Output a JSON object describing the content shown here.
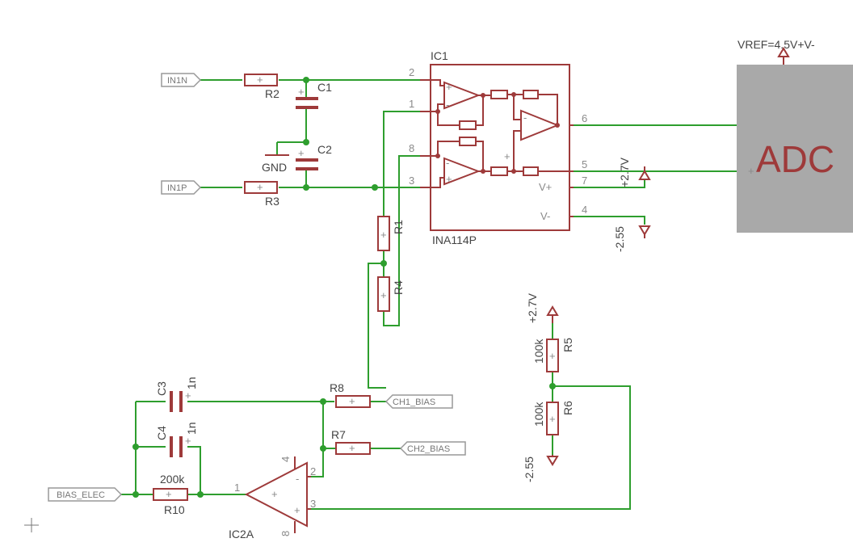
{
  "colors": {
    "wire": "#2e9e2e",
    "symbol": "#9e3a3a",
    "adc_fill": "#a9a9a9"
  },
  "ports": {
    "in1n": "IN1N",
    "in1p": "IN1P",
    "ch1_bias": "CH1_BIAS",
    "ch2_bias": "CH2_BIAS",
    "bias_elec": "BIAS_ELEC"
  },
  "ic1": {
    "name": "IC1",
    "part": "INA114P",
    "vplus": "V+",
    "vminus": "V-",
    "pins": {
      "p1": "1",
      "p2": "2",
      "p3": "3",
      "p4": "4",
      "p5": "5",
      "p6": "6",
      "p7": "7",
      "p8": "8"
    }
  },
  "ic2a": {
    "name": "IC2A",
    "pins": {
      "p1": "1",
      "p2": "2",
      "p3": "3",
      "p4": "4",
      "p8": "8"
    }
  },
  "parts": {
    "r1": "R1",
    "r2": "R2",
    "r3": "R3",
    "r4": "R4",
    "r5": "R5",
    "r6": "R6",
    "r7": "R7",
    "r8": "R8",
    "r10": "R10",
    "r10_value": "200k",
    "r5_value": "100k",
    "r6_value": "100k",
    "c1": "C1",
    "c2": "C2",
    "c3": "C3",
    "c4": "C4",
    "c3_value": "1n",
    "c4_value": "1n"
  },
  "supplies": {
    "gnd": "GND",
    "pos27_a": "+2.7V",
    "neg255_a": "-2.55",
    "pos27_b": "+2.7V",
    "neg255_b": "-2.55"
  },
  "adc": {
    "label": "ADC",
    "vref": "VREF=4.5V+V-"
  }
}
